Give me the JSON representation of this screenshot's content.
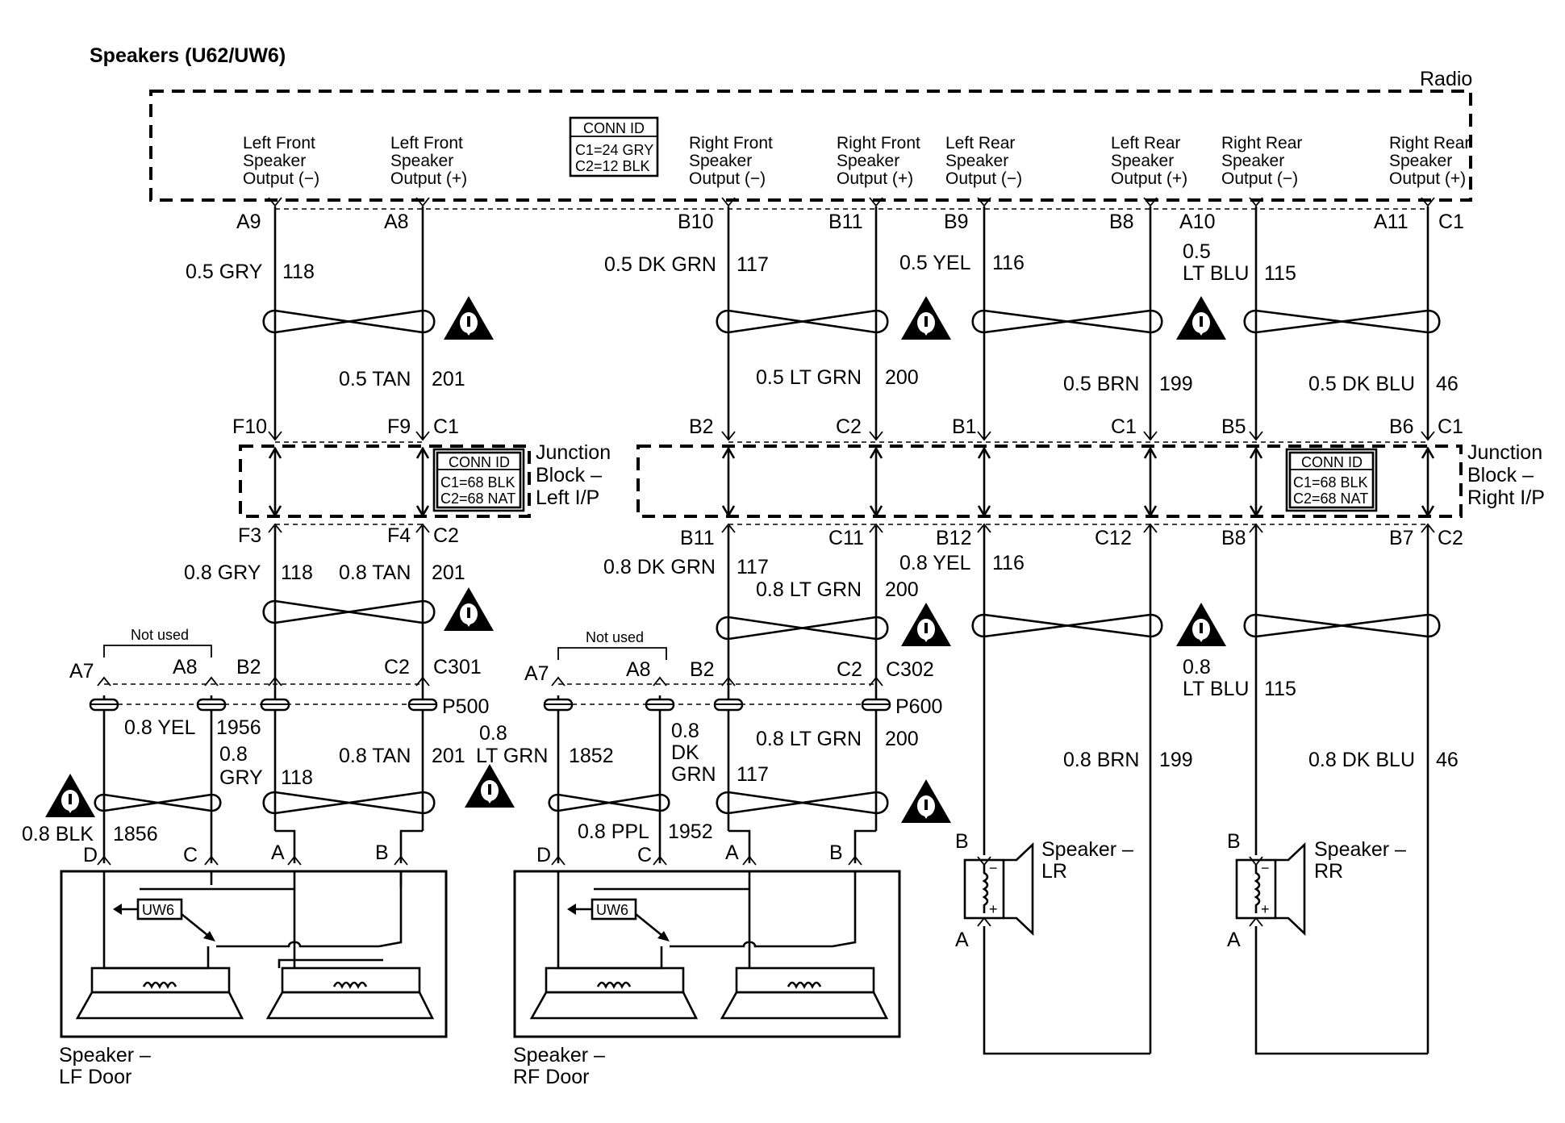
{
  "title": "Speakers (U62/UW6)",
  "radio": {
    "name": "Radio",
    "conn_id": {
      "header": "CONN ID",
      "c1": "C1=24 GRY",
      "c2": "C2=12 BLK"
    },
    "outputs": [
      [
        "Left Front",
        "Speaker",
        "Output (−)"
      ],
      [
        "Left Front",
        "Speaker",
        "Output (+)"
      ],
      [
        "Right Front",
        "Speaker",
        "Output (−)"
      ],
      [
        "Right Front",
        "Speaker",
        "Output (+)"
      ],
      [
        "Left Rear",
        "Speaker",
        "Output (−)"
      ],
      [
        "Left Rear",
        "Speaker",
        "Output (+)"
      ],
      [
        "Right Rear",
        "Speaker",
        "Output (−)"
      ],
      [
        "Right Rear",
        "Speaker",
        "Output (+)"
      ]
    ],
    "pins": [
      "A9",
      "A8",
      "B10",
      "B11",
      "B9",
      "B8",
      "A10",
      "A11"
    ],
    "connector": "C1"
  },
  "upper_wires": {
    "lf_minus": {
      "gauge": "0.5 GRY",
      "circuit": "118"
    },
    "lf_plus": {
      "gauge": "0.5 TAN",
      "circuit": "201"
    },
    "rf_minus": {
      "gauge": "0.5 DK GRN",
      "circuit": "117"
    },
    "rf_plus": {
      "gauge": "0.5 LT GRN",
      "circuit": "200"
    },
    "lr_minus": {
      "gauge": "0.5 YEL",
      "circuit": "116"
    },
    "lr_plus": {
      "gauge": "0.5 BRN",
      "circuit": "199"
    },
    "rr_minus": {
      "gauge_line1": "0.5",
      "gauge_line2": "LT BLU",
      "circuit": "115"
    },
    "rr_plus": {
      "gauge": "0.5 DK BLU",
      "circuit": "46"
    }
  },
  "junction_left": {
    "name": [
      "Junction",
      "Block –",
      "Left I/P"
    ],
    "conn_id": {
      "header": "CONN ID",
      "c1": "C1=68 BLK",
      "c2": "C2=68 NAT"
    },
    "top_pins": [
      "F10",
      "F9",
      "C1"
    ],
    "bottom_pins": [
      "F3",
      "F4",
      "C2"
    ]
  },
  "junction_right": {
    "name": [
      "Junction",
      "Block –",
      "Right I/P"
    ],
    "conn_id": {
      "header": "CONN ID",
      "c1": "C1=68 BLK",
      "c2": "C2=68 NAT"
    },
    "top_pins": [
      "B2",
      "C2",
      "B1",
      "C1",
      "B5",
      "B6",
      "C1"
    ],
    "bottom_pins": [
      "B11",
      "C11",
      "B12",
      "C12",
      "B8",
      "B7",
      "C2"
    ]
  },
  "middle_wires": {
    "lf_minus": {
      "gauge": "0.8 GRY",
      "circuit": "118"
    },
    "lf_plus": {
      "gauge": "0.8 TAN",
      "circuit": "201"
    },
    "rf_minus": {
      "gauge": "0.8 DK GRN",
      "circuit": "117"
    },
    "rf_plus": {
      "gauge": "0.8 LT GRN",
      "circuit": "200"
    },
    "lr_minus": {
      "gauge": "0.8 YEL",
      "circuit": "116"
    },
    "rr_minus": {
      "gauge_line1": "0.8",
      "gauge_line2": "LT BLU",
      "circuit": "115"
    },
    "lr_plus": {
      "gauge": "0.8 BRN",
      "circuit": "199"
    },
    "rr_plus": {
      "gauge": "0.8 DK BLU",
      "circuit": "46"
    }
  },
  "connector_left": {
    "not_used": "Not used",
    "pins": [
      "A7",
      "A8",
      "B2",
      "C2"
    ],
    "c_name": "C301",
    "p_name": "P500"
  },
  "connector_right": {
    "not_used": "Not used",
    "pins": [
      "A7",
      "A8",
      "B2",
      "C2"
    ],
    "c_name": "C302",
    "p_name": "P600"
  },
  "lower_wires_left": {
    "yel": {
      "gauge": "0.8 YEL",
      "circuit": "1956"
    },
    "gry": {
      "gauge_line1": "0.8",
      "gauge_line2": "GRY",
      "circuit": "118"
    },
    "tan": {
      "gauge": "0.8 TAN",
      "circuit": "201"
    },
    "blk": {
      "gauge": "0.8 BLK",
      "circuit": "1856"
    }
  },
  "lower_wires_right": {
    "ltgrn": {
      "gauge_line1": "0.8",
      "gauge_line2": "LT GRN",
      "circuit": "1852"
    },
    "dkgrn": {
      "gauge_line1": "0.8",
      "gauge_line2": "DK",
      "gauge_line3": "GRN",
      "circuit": "117"
    },
    "ltgrn2": {
      "gauge": "0.8 LT GRN",
      "circuit": "200"
    },
    "ppl": {
      "gauge": "0.8 PPL",
      "circuit": "1952"
    }
  },
  "door_speakers": {
    "pins": [
      "D",
      "C",
      "A",
      "B"
    ],
    "option": "UW6",
    "left_name": [
      "Speaker –",
      "LF Door"
    ],
    "right_name": [
      "Speaker –",
      "RF Door"
    ]
  },
  "rear_speakers": {
    "pin_top": "B",
    "pin_bottom": "A",
    "minus": "−",
    "plus": "+",
    "lr_name": [
      "Speaker –",
      "LR"
    ],
    "rr_name": [
      "Speaker –",
      "RR"
    ]
  }
}
